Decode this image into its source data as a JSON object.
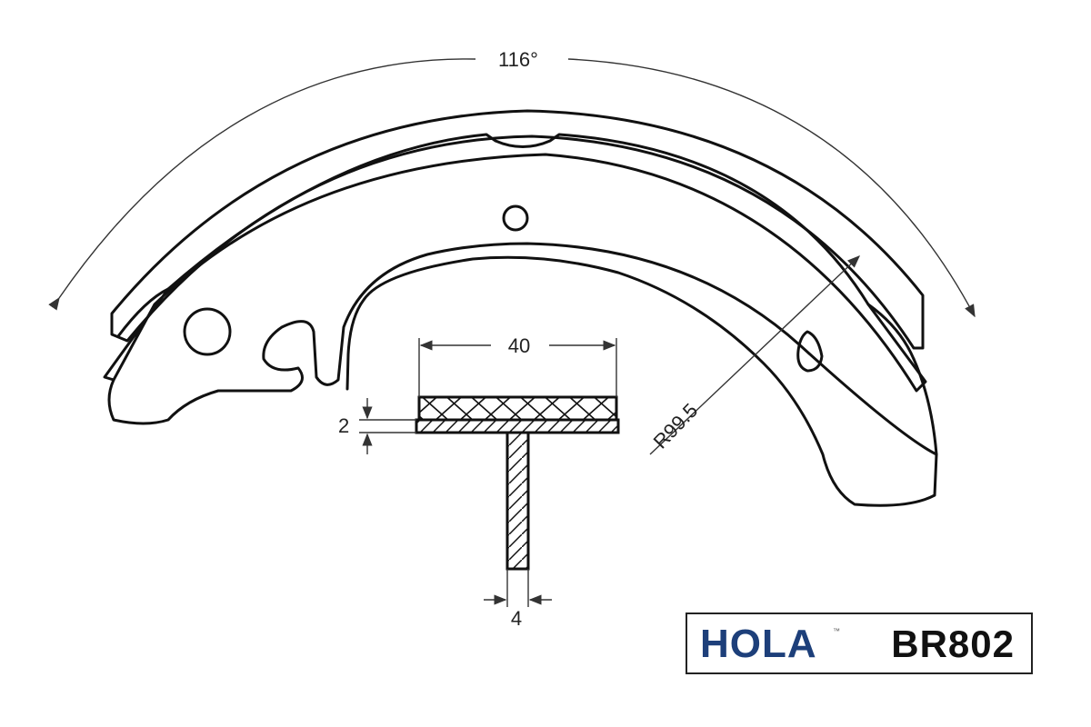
{
  "dimensions": {
    "angle": "116°",
    "lining_width": "40",
    "thickness_top": "2",
    "web_thickness": "4",
    "radius": "R99.5"
  },
  "brand": {
    "name": "HOLA",
    "trademark": "™",
    "part_number": "BR802",
    "name_color": "#1d3f7a"
  }
}
